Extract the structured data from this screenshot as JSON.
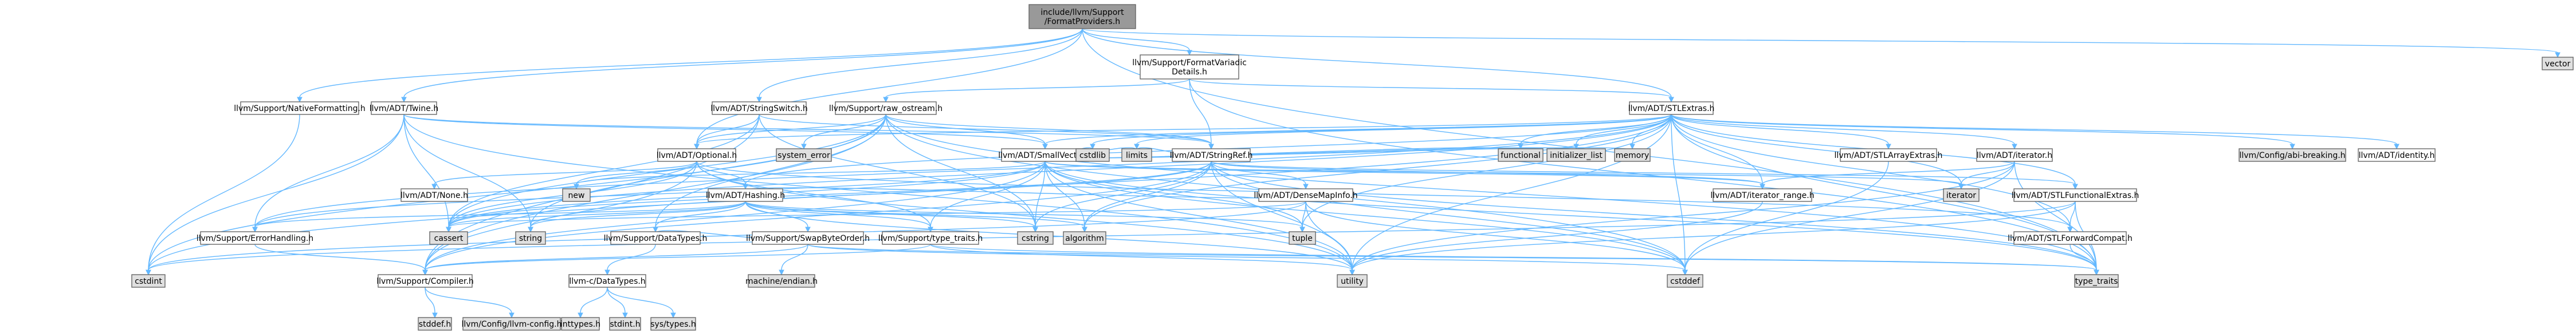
{
  "diagram": {
    "title": "include/llvm/Support/FormatProviders.h",
    "colors": {
      "root_fill": "#999999",
      "header_fill": "#ffffff",
      "system_fill": "#e0e0e0",
      "border": "#666666",
      "edge": "#63b8ff"
    },
    "nodes": [
      {
        "id": "root",
        "label": "include/llvm/Support\n/FormatProviders.h",
        "kind": "root"
      },
      {
        "id": "nf",
        "label": "llvm/Support/NativeFormatting.h",
        "kind": "header"
      },
      {
        "id": "tw",
        "label": "llvm/ADT/Twine.h",
        "kind": "header"
      },
      {
        "id": "ss",
        "label": "llvm/ADT/StringSwitch.h",
        "kind": "header"
      },
      {
        "id": "fv",
        "label": "llvm/Support/FormatVariadic\nDetails.h",
        "kind": "header"
      },
      {
        "id": "stle",
        "label": "llvm/ADT/STLExtras.h",
        "kind": "header"
      },
      {
        "id": "vector",
        "label": "vector",
        "kind": "system"
      },
      {
        "id": "ros",
        "label": "llvm/Support/raw_ostream.h",
        "kind": "header"
      },
      {
        "id": "opt",
        "label": "llvm/ADT/Optional.h",
        "kind": "header"
      },
      {
        "id": "sv",
        "label": "llvm/ADT/SmallVector.h",
        "kind": "header"
      },
      {
        "id": "sr",
        "label": "llvm/ADT/StringRef.h",
        "kind": "header"
      },
      {
        "id": "syserr",
        "label": "system_error",
        "kind": "system"
      },
      {
        "id": "none",
        "label": "llvm/ADT/None.h",
        "kind": "header"
      },
      {
        "id": "hash",
        "label": "llvm/ADT/Hashing.h",
        "kind": "header"
      },
      {
        "id": "new",
        "label": "new",
        "kind": "system"
      },
      {
        "id": "dmi",
        "label": "llvm/ADT/DenseMapInfo.h",
        "kind": "header"
      },
      {
        "id": "stlae",
        "label": "llvm/ADT/STLArrayExtras.h",
        "kind": "header"
      },
      {
        "id": "iter",
        "label": "llvm/ADT/iterator.h",
        "kind": "header"
      },
      {
        "id": "cabi",
        "label": "llvm/Config/abi-breaking.h",
        "kind": "system"
      },
      {
        "id": "ident",
        "label": "llvm/ADT/identity.h",
        "kind": "header"
      },
      {
        "id": "eh",
        "label": "llvm/Support/ErrorHandling.h",
        "kind": "header"
      },
      {
        "id": "cassert",
        "label": "cassert",
        "kind": "system"
      },
      {
        "id": "string",
        "label": "string",
        "kind": "system"
      },
      {
        "id": "dt",
        "label": "llvm/Support/DataTypes.h",
        "kind": "header"
      },
      {
        "id": "sbo",
        "label": "llvm/Support/SwapByteOrder.h",
        "kind": "header"
      },
      {
        "id": "tt",
        "label": "llvm/Support/type_traits.h",
        "kind": "header"
      },
      {
        "id": "cstring",
        "label": "cstring",
        "kind": "system"
      },
      {
        "id": "algorithm",
        "label": "algorithm",
        "kind": "system"
      },
      {
        "id": "cstdlib",
        "label": "cstdlib",
        "kind": "system"
      },
      {
        "id": "limits",
        "label": "limits",
        "kind": "system"
      },
      {
        "id": "tuple",
        "label": "tuple",
        "kind": "system"
      },
      {
        "id": "functional",
        "label": "functional",
        "kind": "system"
      },
      {
        "id": "initlist",
        "label": "initializer_list",
        "kind": "system"
      },
      {
        "id": "memory",
        "label": "memory",
        "kind": "system"
      },
      {
        "id": "iterrange",
        "label": "llvm/ADT/iterator_range.h",
        "kind": "header"
      },
      {
        "id": "iterator",
        "label": "iterator",
        "kind": "system"
      },
      {
        "id": "stlfe",
        "label": "llvm/ADT/STLFunctionalExtras.h",
        "kind": "header"
      },
      {
        "id": "stlfc",
        "label": "llvm/ADT/STLForwardCompat.h",
        "kind": "header"
      },
      {
        "id": "cstdint",
        "label": "cstdint",
        "kind": "system"
      },
      {
        "id": "comp",
        "label": "llvm/Support/Compiler.h",
        "kind": "header"
      },
      {
        "id": "utility",
        "label": "utility",
        "kind": "system"
      },
      {
        "id": "cstddef",
        "label": "cstddef",
        "kind": "system"
      },
      {
        "id": "typetraits",
        "label": "type_traits",
        "kind": "system"
      },
      {
        "id": "mendian",
        "label": "machine/endian.h",
        "kind": "system"
      },
      {
        "id": "lctypes",
        "label": "llvm-c/DataTypes.h",
        "kind": "header"
      },
      {
        "id": "stddef",
        "label": "stddef.h",
        "kind": "system"
      },
      {
        "id": "llvmcfg",
        "label": "llvm/Config/llvm-config.h",
        "kind": "system"
      },
      {
        "id": "inttypes",
        "label": "inttypes.h",
        "kind": "system"
      },
      {
        "id": "stdint",
        "label": "stdint.h",
        "kind": "system"
      },
      {
        "id": "systypes",
        "label": "sys/types.h",
        "kind": "system"
      }
    ],
    "edges": [
      [
        "root",
        "nf"
      ],
      [
        "root",
        "tw"
      ],
      [
        "root",
        "ss"
      ],
      [
        "root",
        "fv"
      ],
      [
        "root",
        "stle"
      ],
      [
        "root",
        "vector"
      ],
      [
        "root",
        "opt"
      ],
      [
        "root",
        "typetraits"
      ],
      [
        "fv",
        "ros"
      ],
      [
        "fv",
        "sr"
      ],
      [
        "fv",
        "stle"
      ],
      [
        "fv",
        "typetraits"
      ],
      [
        "nf",
        "cstdint"
      ],
      [
        "tw",
        "sv"
      ],
      [
        "tw",
        "sr"
      ],
      [
        "tw",
        "eh"
      ],
      [
        "tw",
        "cassert"
      ],
      [
        "tw",
        "cstdint"
      ],
      [
        "tw",
        "string"
      ],
      [
        "tw",
        "utility"
      ],
      [
        "ss",
        "sr"
      ],
      [
        "ss",
        "comp"
      ],
      [
        "ss",
        "cassert"
      ],
      [
        "ss",
        "cstring"
      ],
      [
        "ss",
        "opt"
      ],
      [
        "ros",
        "sv"
      ],
      [
        "ros",
        "sr"
      ],
      [
        "ros",
        "opt"
      ],
      [
        "ros",
        "syserr"
      ],
      [
        "ros",
        "cassert"
      ],
      [
        "ros",
        "cstddef"
      ],
      [
        "ros",
        "cstdint"
      ],
      [
        "ros",
        "cstring"
      ],
      [
        "ros",
        "string"
      ],
      [
        "ros",
        "typetraits"
      ],
      [
        "ros",
        "dt"
      ],
      [
        "ros",
        "comp"
      ],
      [
        "opt",
        "none"
      ],
      [
        "opt",
        "hash"
      ],
      [
        "opt",
        "tt"
      ],
      [
        "opt",
        "comp"
      ],
      [
        "opt",
        "cassert"
      ],
      [
        "opt",
        "new"
      ],
      [
        "opt",
        "utility"
      ],
      [
        "opt",
        "stlfc"
      ],
      [
        "sv",
        "comp"
      ],
      [
        "sv",
        "tt"
      ],
      [
        "sv",
        "algorithm"
      ],
      [
        "sv",
        "cassert"
      ],
      [
        "sv",
        "cstddef"
      ],
      [
        "sv",
        "cstdlib"
      ],
      [
        "sv",
        "cstring"
      ],
      [
        "sv",
        "functional"
      ],
      [
        "sv",
        "initlist"
      ],
      [
        "sv",
        "iterator"
      ],
      [
        "sv",
        "limits"
      ],
      [
        "sv",
        "memory"
      ],
      [
        "sv",
        "new"
      ],
      [
        "sv",
        "typetraits"
      ],
      [
        "sv",
        "utility"
      ],
      [
        "sv",
        "eh"
      ],
      [
        "sv",
        "iterrange"
      ],
      [
        "sv",
        "tuple"
      ],
      [
        "sr",
        "dmi"
      ],
      [
        "sr",
        "stlfe"
      ],
      [
        "sr",
        "iterrange"
      ],
      [
        "sr",
        "comp"
      ],
      [
        "sr",
        "algorithm"
      ],
      [
        "sr",
        "cassert"
      ],
      [
        "sr",
        "cstddef"
      ],
      [
        "sr",
        "cstring"
      ],
      [
        "sr",
        "limits"
      ],
      [
        "sr",
        "string"
      ],
      [
        "sr",
        "typetraits"
      ],
      [
        "sr",
        "utility"
      ],
      [
        "hash",
        "eh"
      ],
      [
        "hash",
        "dt"
      ],
      [
        "hash",
        "sbo"
      ],
      [
        "hash",
        "tt"
      ],
      [
        "hash",
        "algorithm"
      ],
      [
        "hash",
        "cassert"
      ],
      [
        "hash",
        "cstring"
      ],
      [
        "hash",
        "string"
      ],
      [
        "hash",
        "tuple"
      ],
      [
        "hash",
        "utility"
      ],
      [
        "dmi",
        "hash"
      ],
      [
        "dmi",
        "cassert"
      ],
      [
        "dmi",
        "cstddef"
      ],
      [
        "dmi",
        "cstdint"
      ],
      [
        "dmi",
        "tuple"
      ],
      [
        "dmi",
        "utility"
      ],
      [
        "stle",
        "stlae"
      ],
      [
        "stle",
        "iter"
      ],
      [
        "stle",
        "iterrange"
      ],
      [
        "stle",
        "stlfe"
      ],
      [
        "stle",
        "stlfc"
      ],
      [
        "stle",
        "cabi"
      ],
      [
        "stle",
        "ident"
      ],
      [
        "stle",
        "eh"
      ],
      [
        "stle",
        "sv"
      ],
      [
        "stle",
        "opt"
      ],
      [
        "stle",
        "hash"
      ],
      [
        "stle",
        "algorithm"
      ],
      [
        "stle",
        "cassert"
      ],
      [
        "stle",
        "cstddef"
      ],
      [
        "stle",
        "cstdint"
      ],
      [
        "stle",
        "cstdlib"
      ],
      [
        "stle",
        "functional"
      ],
      [
        "stle",
        "initlist"
      ],
      [
        "stle",
        "iterator"
      ],
      [
        "stle",
        "limits"
      ],
      [
        "stle",
        "memory"
      ],
      [
        "stle",
        "tuple"
      ],
      [
        "stle",
        "typetraits"
      ],
      [
        "stle",
        "utility"
      ],
      [
        "stlae",
        "cstddef"
      ],
      [
        "iter",
        "iterrange"
      ],
      [
        "iter",
        "cstddef"
      ],
      [
        "iter",
        "iterator"
      ],
      [
        "iter",
        "typetraits"
      ],
      [
        "iter",
        "utility"
      ],
      [
        "stlfe",
        "stlfc"
      ],
      [
        "stlfe",
        "cstdint"
      ],
      [
        "stlfe",
        "typetraits"
      ],
      [
        "stlfe",
        "utility"
      ],
      [
        "stlfc",
        "typetraits"
      ],
      [
        "iterrange",
        "utility"
      ],
      [
        "eh",
        "comp"
      ],
      [
        "dt",
        "lctypes"
      ],
      [
        "sbo",
        "mendian"
      ],
      [
        "sbo",
        "dt"
      ],
      [
        "sbo",
        "comp"
      ],
      [
        "sbo",
        "cstddef"
      ],
      [
        "sbo",
        "typetraits"
      ],
      [
        "tt",
        "comp"
      ],
      [
        "tt",
        "typetraits"
      ],
      [
        "tt",
        "utility"
      ],
      [
        "comp",
        "llvmcfg"
      ],
      [
        "comp",
        "stddef"
      ],
      [
        "lctypes",
        "inttypes"
      ],
      [
        "lctypes",
        "stdint"
      ],
      [
        "lctypes",
        "systypes"
      ]
    ]
  }
}
